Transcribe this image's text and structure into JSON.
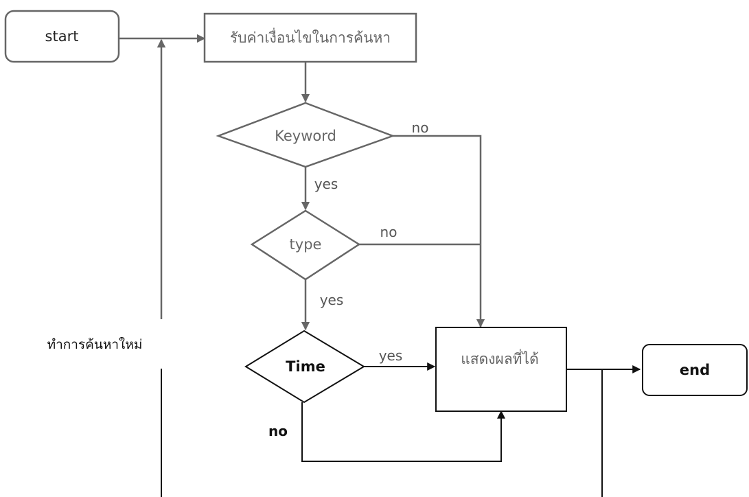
{
  "nodes": {
    "start": "start",
    "input": "รับค่าเงื่อนไขในการค้นหา",
    "keyword": "Keyword",
    "type": "type",
    "time": "Time",
    "result": "แสดงผลที่ได้",
    "end": "end"
  },
  "edges": {
    "keyword_no": "no",
    "keyword_yes": "yes",
    "type_no": "no",
    "type_yes": "yes",
    "time_yes": "yes",
    "time_no": "no"
  },
  "loop_label": "ทำการค้นหาใหม่",
  "colors": {
    "gray": "#666666",
    "dark": "#111111"
  }
}
